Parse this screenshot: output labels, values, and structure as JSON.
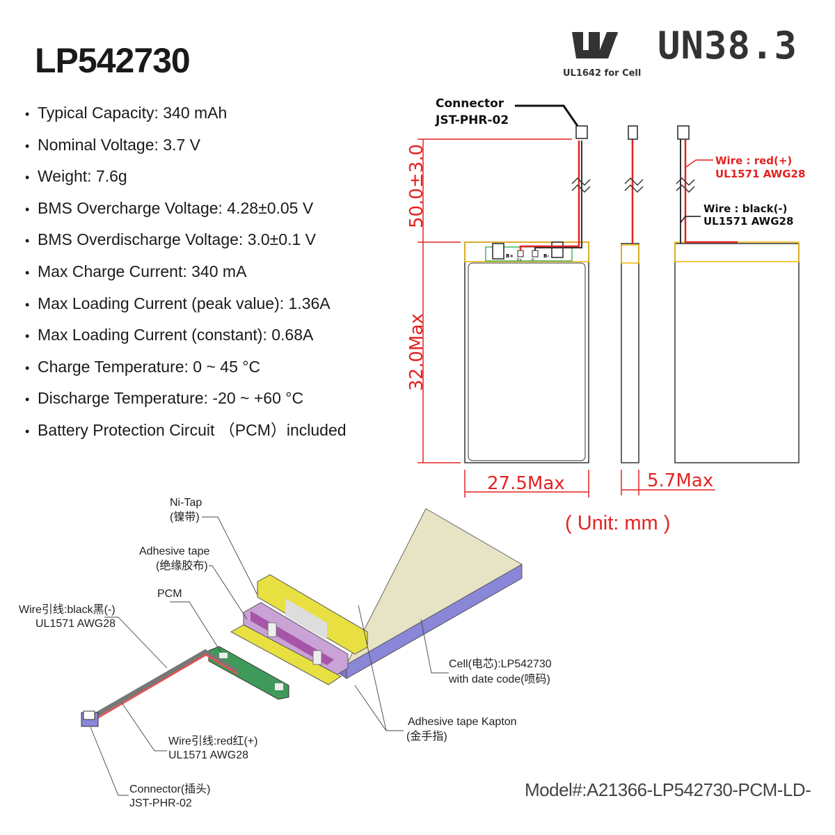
{
  "title": "LP542730",
  "specs": [
    "Typical Capacity: 340 mAh",
    "Nominal Voltage: 3.7 V",
    "Weight: 7.6g",
    "BMS Overcharge Voltage: 4.28±0.05 V",
    "BMS Overdischarge Voltage: 3.0±0.1 V",
    "Max Charge Current: 340 mA",
    "Max Loading Current (peak value): 1.36A",
    "Max Loading Current (constant): 0.68A",
    "Charge Temperature: 0 ~ 45 °C",
    "Discharge Temperature: -20 ~ +60 °C",
    "Battery Protection Circuit （PCM）included"
  ],
  "certs": {
    "ul_logo": "UL",
    "ul_caption": "UL1642 for Cell",
    "un": "UN38.3"
  },
  "drawing": {
    "connector_label": "Connector",
    "connector_model": "JST-PHR-02",
    "wire_red": "Wire : red(+)",
    "wire_red_spec": "UL1571 AWG28",
    "wire_black": "Wire : black(-)",
    "wire_black_spec": "UL1571 AWG28",
    "dim_wire": "50.0±3.0",
    "dim_length": "32.0Max",
    "dim_width": "27.5Max",
    "dim_thick": "5.7Max",
    "unit": "( Unit: mm )",
    "pcm_marks": [
      "B+",
      "P+",
      "P-",
      "B-"
    ]
  },
  "exploded": {
    "ni_tap": "Ni-Tap",
    "ni_tap_cn": "(镍带)",
    "adhesive": "Adhesive tape",
    "adhesive_cn": "(绝缘胶布)",
    "pcm": "PCM",
    "wire_black": "Wire引线:black黑(-)",
    "wire_black_spec": "UL1571 AWG28",
    "cell": "Cell(电芯):LP542730",
    "cell_date": "with date code(喷码)",
    "kapton": "Adhesive tape Kapton",
    "kapton_cn": "(金手指)",
    "wire_red": "Wire引线:red红(+)",
    "wire_red_spec": "UL1571 AWG28",
    "connector": "Connector(插头)",
    "connector_model": "JST-PHR-02"
  },
  "model": "Model#:A21366-LP542730-PCM-LD-",
  "colors": {
    "dimension": "#e32222",
    "tape": "#e8e040",
    "cell_side": "#8a86d8",
    "pcm": "#3f9a5a",
    "band": "#f0b400"
  }
}
